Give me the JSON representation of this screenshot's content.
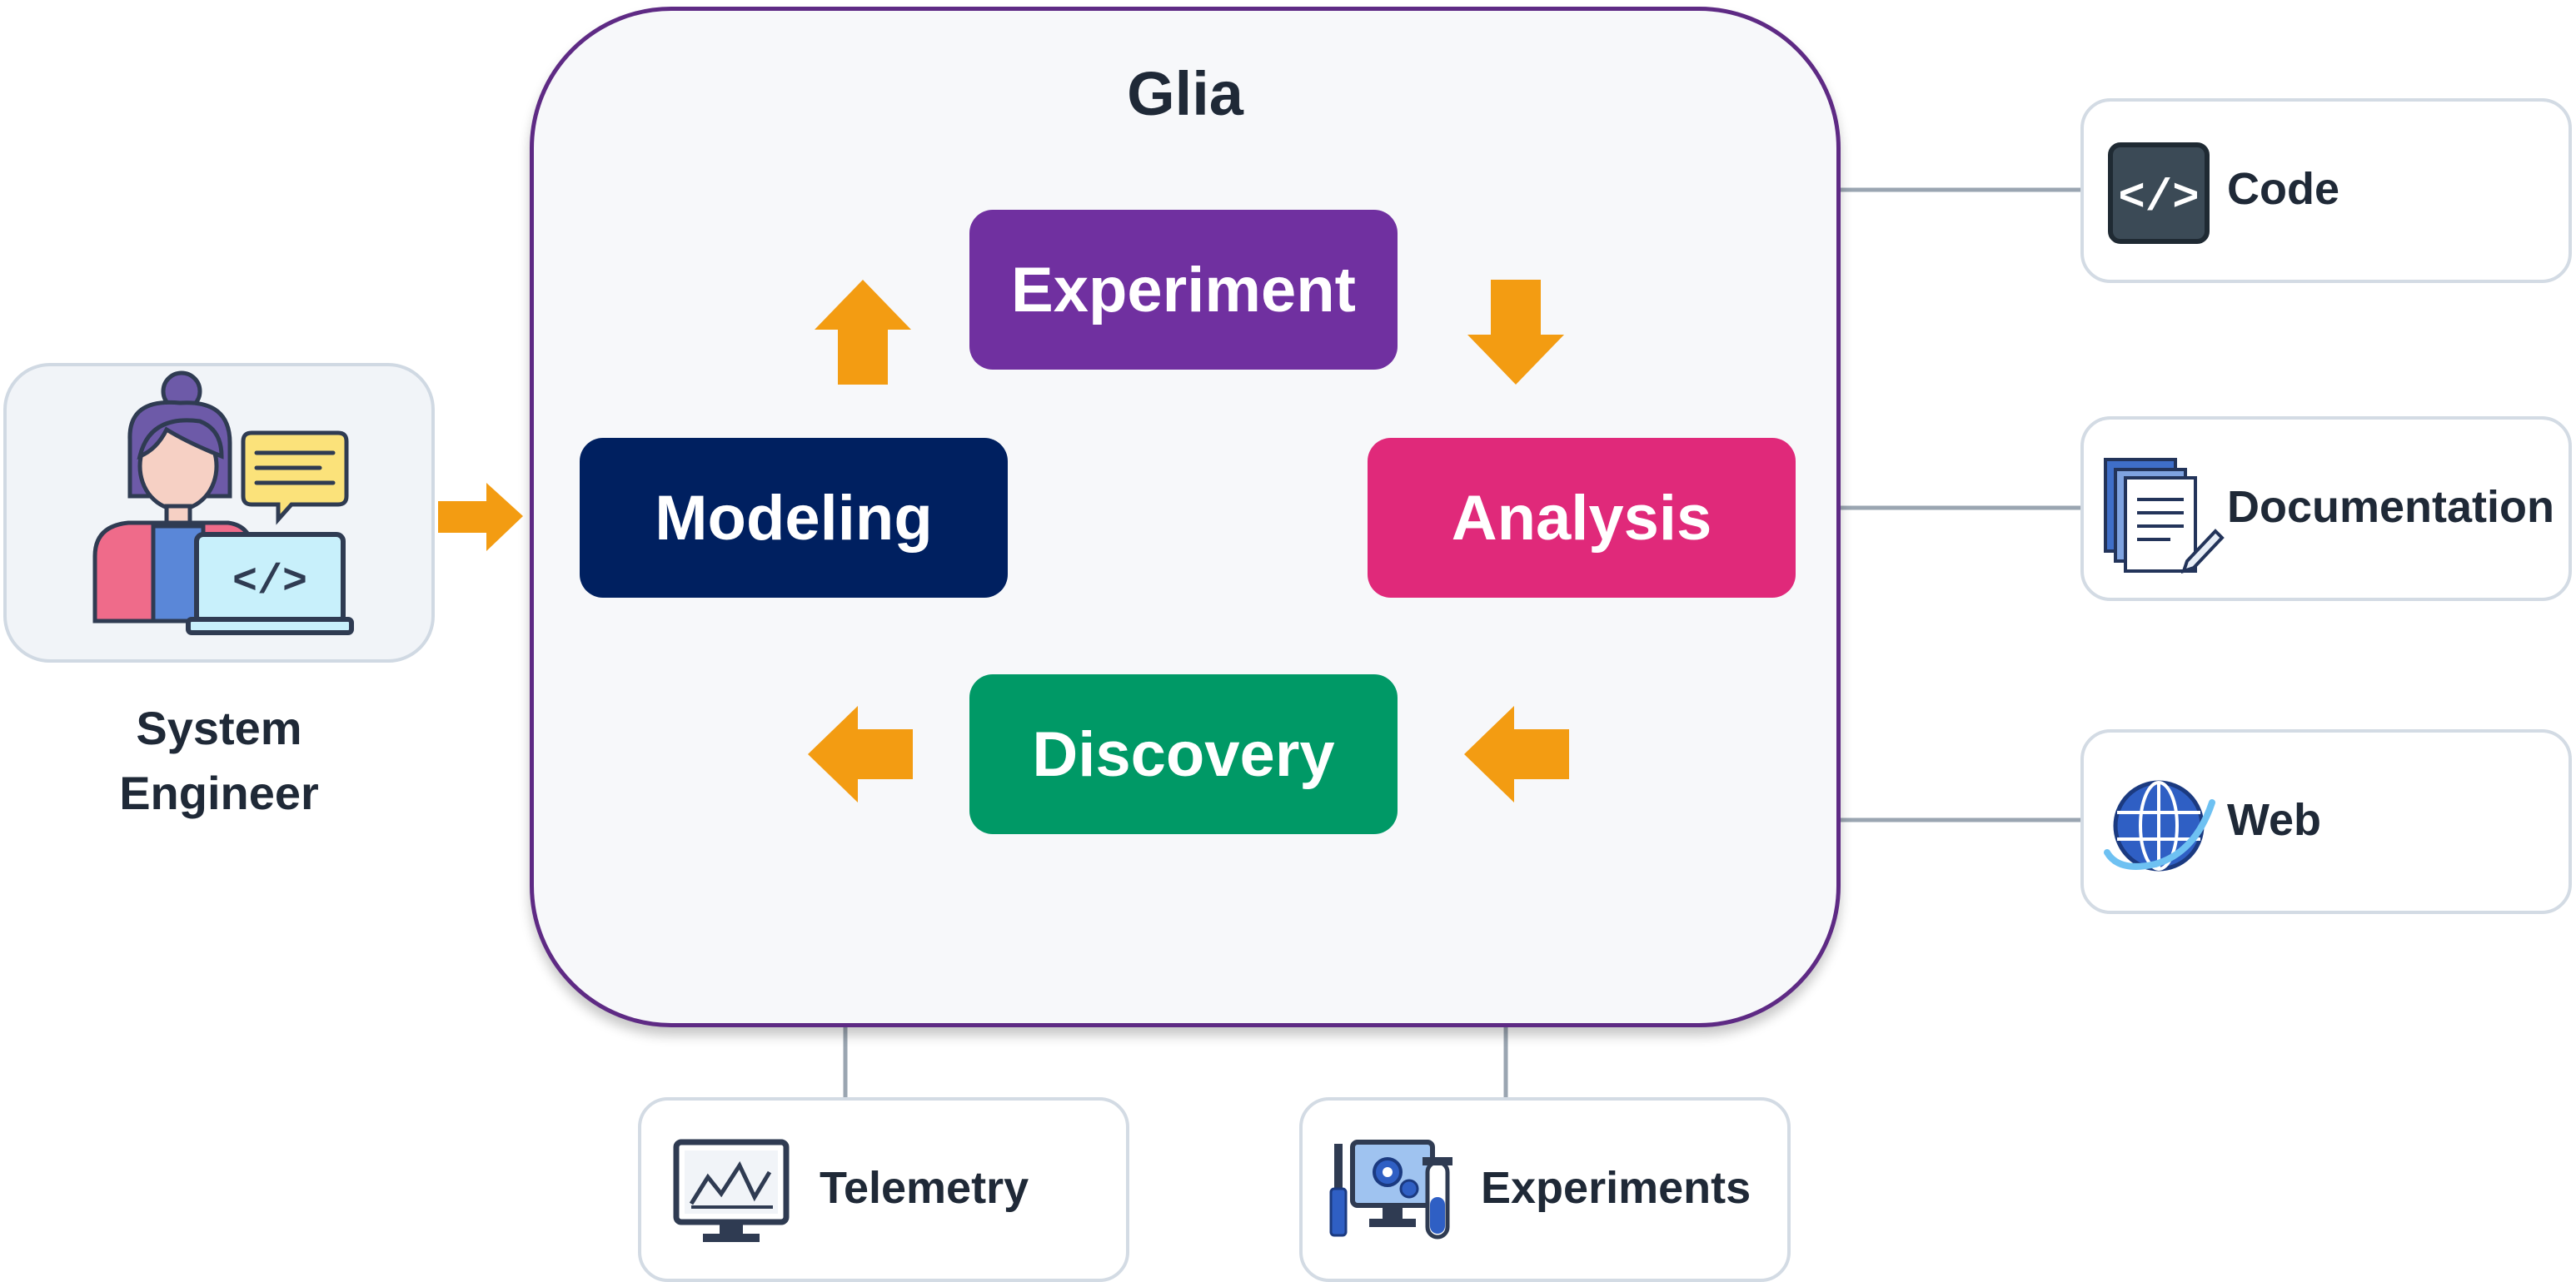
{
  "main": {
    "title": "Glia",
    "stages": {
      "experiment": "Experiment",
      "modeling": "Modeling",
      "analysis": "Analysis",
      "discovery": "Discovery"
    }
  },
  "actor": {
    "line1": "System",
    "line2": "Engineer"
  },
  "tools": {
    "code": "Code",
    "documentation": "Documentation",
    "web": "Web",
    "telemetry": "Telemetry",
    "experiments": "Experiments"
  },
  "colors": {
    "panel_border": "#5e2a84",
    "experiment": "#7030a0",
    "modeling": "#002060",
    "analysis": "#e0297a",
    "discovery": "#009966",
    "arrow": "#f39c12",
    "connector": "#9aa5b1"
  },
  "icons": {
    "actor": "system-engineer-icon",
    "code": "code-icon",
    "documentation": "documents-icon",
    "web": "globe-icon",
    "telemetry": "line-chart-monitor-icon",
    "experiments": "lab-monitor-icon"
  }
}
